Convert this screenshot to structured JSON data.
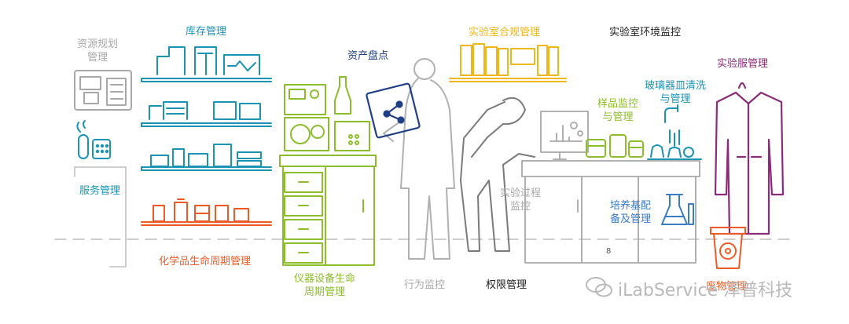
{
  "labels": {
    "resource_planning": [
      "资源规划",
      "管理"
    ],
    "inventory": "库存管理",
    "asset_count": "资产盘点",
    "compliance": "实验室合规管理",
    "environment": "实验室环境监控",
    "lab_coat": "实验服管理",
    "glassware": [
      "玻璃器皿清洗",
      "与管理"
    ],
    "sample_monitor": [
      "样品监控",
      "与管理"
    ],
    "service": "服务管理",
    "chemical": "化学品生命周期管理",
    "instrument": [
      "仪器设备生命",
      "周期管理"
    ],
    "behavior": "行为监控",
    "permission": "权限管理",
    "process": [
      "实验过程",
      "监控"
    ],
    "medium": [
      "培养基配",
      "备及管理"
    ],
    "waste": "废物管理"
  },
  "page_number": "8",
  "watermark": "iLabService 泽普科技",
  "colors": {
    "gray": "#a8a8a8",
    "dark_gray": "#6e6e6e",
    "teal": "#1a93b5",
    "green": "#8cbd2b",
    "yellow": "#f0b61c",
    "orange": "#ee5a24",
    "purple": "#8a2c78",
    "navy": "#1f3f86",
    "blue": "#3a7bc8",
    "black": "#222222"
  }
}
